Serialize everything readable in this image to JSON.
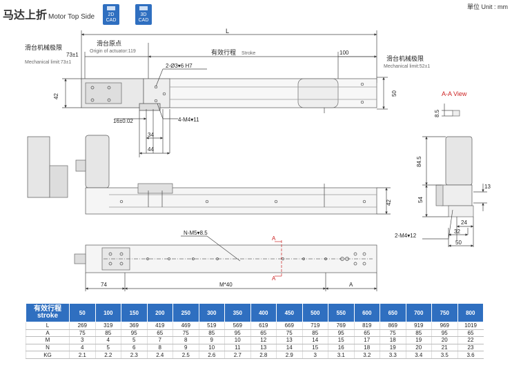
{
  "header": {
    "title_cn": "马达上折",
    "title_en": "Motor Top Side",
    "cad": [
      {
        "line1": "2D",
        "line2": "CAD"
      },
      {
        "line1": "3D",
        "line2": "CAD"
      }
    ],
    "unit": "單位 Unit : mm"
  },
  "labels": {
    "L": "L",
    "slider_limit_cn": "滑台机械极限",
    "slider_limit_val": "73±1",
    "mech_limit_73": "Mechanical limit:73±1",
    "origin_cn": "滑台原点",
    "origin_en": "Origin of actuator:119",
    "stroke_cn": "有效行程",
    "stroke_en": "Stroke",
    "dim_100": "100",
    "slider_limit_cn_right": "滑台机械极限",
    "mech_limit_52": "Mechanical limit:52±1",
    "hole_2": "2-Ø3▾6 H7",
    "dim_42_top": "42",
    "dim_50_right": "50",
    "dim_16": "16±0.02",
    "hole_4": "4-M4▾11",
    "dim_34": "34",
    "dim_44": "44",
    "dim_42_mid": "42",
    "aa_view": "A-A View",
    "dim_85": "8.5",
    "dim_845": "84.5",
    "dim_54": "54",
    "dim_13": "13",
    "dim_24": "24",
    "dim_32": "32",
    "dim_50_side": "50",
    "hole_2m4": "2-M4▾12",
    "hole_nm5": "N-M5▾8.5",
    "sec_a_top": "A",
    "sec_a_bot": "A",
    "dim_74": "74",
    "dim_m40": "M*40",
    "dim_a": "A"
  },
  "table": {
    "header_cn": "有效行程",
    "header_en": "stroke",
    "strokes": [
      "50",
      "100",
      "150",
      "200",
      "250",
      "300",
      "350",
      "400",
      "450",
      "500",
      "550",
      "600",
      "650",
      "700",
      "750",
      "800"
    ],
    "rows": [
      {
        "name": "L",
        "values": [
          "269",
          "319",
          "369",
          "419",
          "469",
          "519",
          "569",
          "619",
          "669",
          "719",
          "769",
          "819",
          "869",
          "919",
          "969",
          "1019"
        ]
      },
      {
        "name": "A",
        "values": [
          "75",
          "85",
          "95",
          "65",
          "75",
          "85",
          "95",
          "65",
          "75",
          "85",
          "95",
          "65",
          "75",
          "85",
          "95",
          "65"
        ]
      },
      {
        "name": "M",
        "values": [
          "3",
          "4",
          "5",
          "7",
          "8",
          "9",
          "10",
          "12",
          "13",
          "14",
          "15",
          "17",
          "18",
          "19",
          "20",
          "22"
        ]
      },
      {
        "name": "N",
        "values": [
          "4",
          "5",
          "6",
          "8",
          "9",
          "10",
          "11",
          "13",
          "14",
          "15",
          "16",
          "18",
          "19",
          "20",
          "21",
          "23"
        ]
      },
      {
        "name": "KG",
        "values": [
          "2.1",
          "2.2",
          "2.3",
          "2.4",
          "2.5",
          "2.6",
          "2.7",
          "2.8",
          "2.9",
          "3",
          "3.1",
          "3.2",
          "3.3",
          "3.4",
          "3.5",
          "3.6"
        ]
      }
    ]
  },
  "colors": {
    "accent": "#2f6fc0",
    "red": "#cc2222"
  }
}
